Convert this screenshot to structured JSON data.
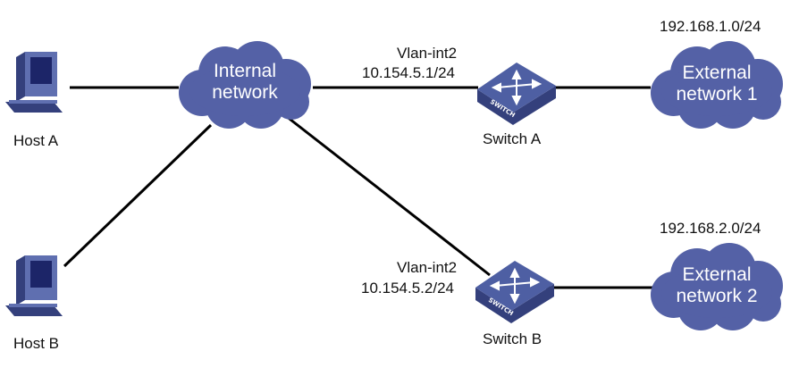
{
  "colors": {
    "cloud_fill": "#5461a6",
    "cloud_text": "#ffffff",
    "link_line": "#000000",
    "switch_top": "#4e5fa3",
    "switch_side": "#34407c",
    "pc_body": "#5f6fb0",
    "pc_screen": "#1c2568"
  },
  "nodes": {
    "host_a": {
      "label": "Host A",
      "icon": "pc-icon"
    },
    "host_b": {
      "label": "Host B",
      "icon": "pc-icon"
    },
    "internal_network": {
      "line1": "Internal",
      "line2": "network",
      "icon": "cloud-icon"
    },
    "switch_a": {
      "label": "Switch A",
      "icon": "switch-icon",
      "badge": "SWITCH",
      "interface": "Vlan-int2",
      "ip": "10.154.5.1/24"
    },
    "switch_b": {
      "label": "Switch B",
      "icon": "switch-icon",
      "badge": "SWITCH",
      "interface": "Vlan-int2",
      "ip": "10.154.5.2/24"
    },
    "external_1": {
      "line1": "External",
      "line2": "network 1",
      "subnet": "192.168.1.0/24",
      "icon": "cloud-icon"
    },
    "external_2": {
      "line1": "External",
      "line2": "network 2",
      "subnet": "192.168.2.0/24",
      "icon": "cloud-icon"
    }
  },
  "links": [
    {
      "from": "host_a",
      "to": "internal_network"
    },
    {
      "from": "host_b",
      "to": "internal_network"
    },
    {
      "from": "internal_network",
      "to": "switch_a"
    },
    {
      "from": "internal_network",
      "to": "switch_b"
    },
    {
      "from": "switch_a",
      "to": "external_1"
    },
    {
      "from": "switch_b",
      "to": "external_2"
    }
  ]
}
